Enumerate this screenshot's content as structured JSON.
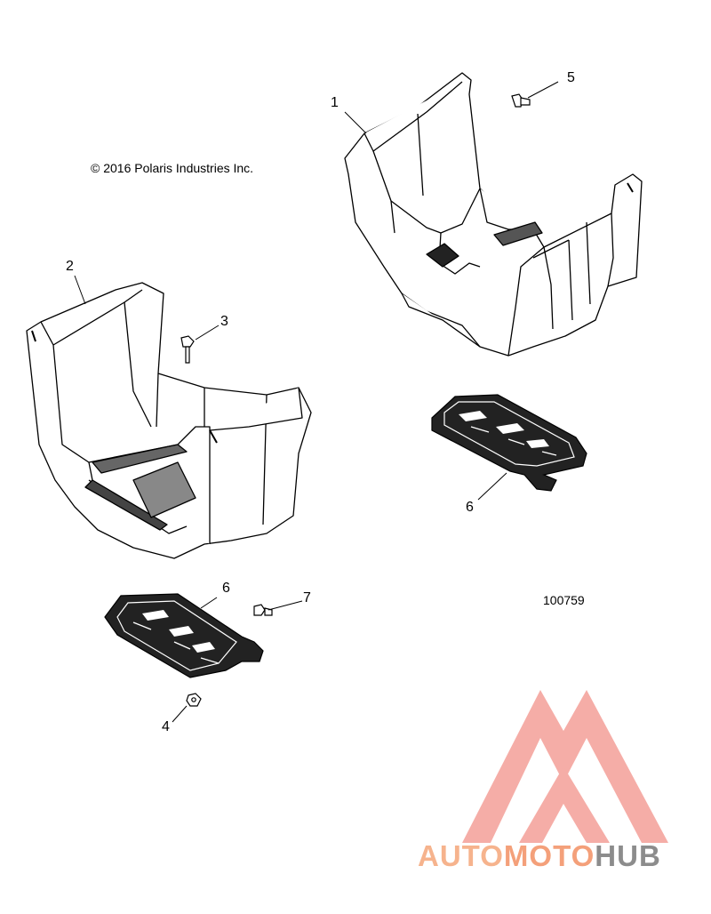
{
  "copyright": "© 2016 Polaris Industries Inc.",
  "part_number": "100759",
  "callouts": [
    {
      "id": "callout-1",
      "label": "1"
    },
    {
      "id": "callout-2",
      "label": "2"
    },
    {
      "id": "callout-3",
      "label": "3"
    },
    {
      "id": "callout-4",
      "label": "4"
    },
    {
      "id": "callout-5",
      "label": "5"
    },
    {
      "id": "callout-6a",
      "label": "6"
    },
    {
      "id": "callout-6b",
      "label": "6"
    },
    {
      "id": "callout-7",
      "label": "7"
    }
  ],
  "watermark": {
    "word1": "AUTO",
    "word2": "MOTO",
    "word3": "HUB",
    "colors": {
      "primary": "#f28b82",
      "light": "#f6b38d",
      "gray": "#8c8c8c"
    }
  }
}
